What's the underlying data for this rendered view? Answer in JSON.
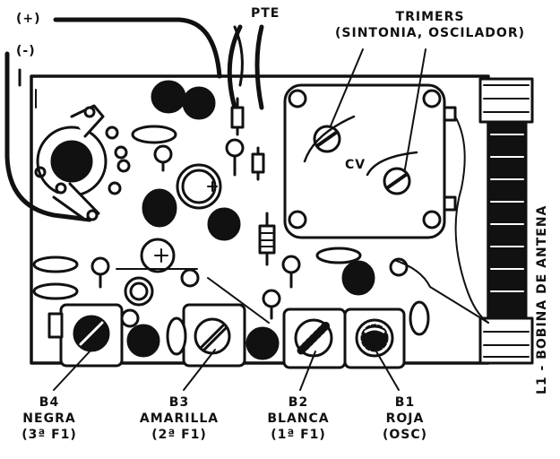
{
  "terminals": {
    "plus": "(+)",
    "minus": "(-)"
  },
  "pte": "PTE",
  "trimers": {
    "line1": "TRIMERS",
    "line2": "(SINTONIA, OSCILADOR)"
  },
  "cv": "CV",
  "antenna_coil": "L1 - BOBINA DE ANTENA",
  "transformers": [
    {
      "id": "B4",
      "color": "NEGRA",
      "stage": "(3ª F1)"
    },
    {
      "id": "B3",
      "color": "AMARILLA",
      "stage": "(2ª F1)"
    },
    {
      "id": "B2",
      "color": "BLANCA",
      "stage": "(1ª F1)"
    },
    {
      "id": "B1",
      "color": "ROJA",
      "stage": "(OSC)"
    }
  ]
}
